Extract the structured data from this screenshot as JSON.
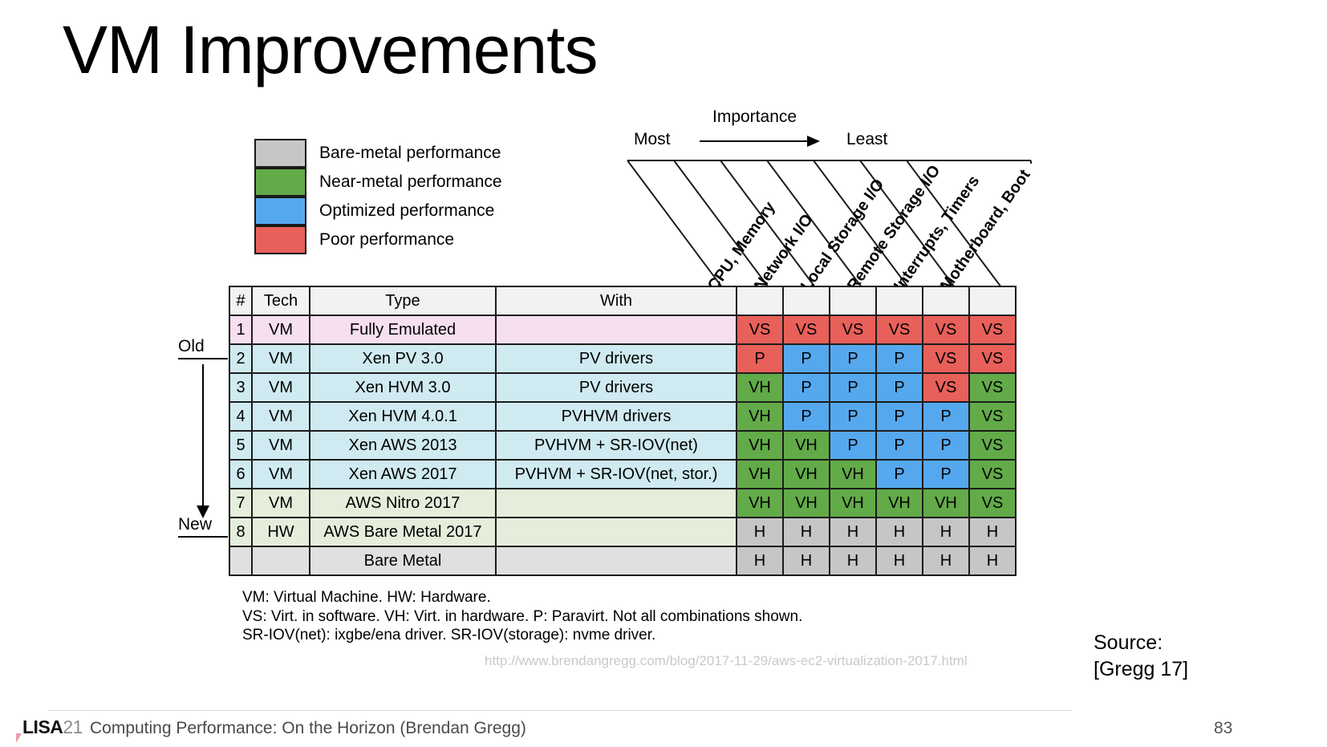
{
  "slide": {
    "title": "VM Improvements",
    "page_number": "83"
  },
  "legend": {
    "items": [
      {
        "color": "#c6c6c6",
        "label": "Bare-metal performance",
        "name": "bare-metal"
      },
      {
        "color": "#62ab48",
        "label": "Near-metal performance",
        "name": "near-metal"
      },
      {
        "color": "#56a8ee",
        "label": "Optimized performance",
        "name": "optimized"
      },
      {
        "color": "#e8605a",
        "label": "Poor performance",
        "name": "poor"
      }
    ]
  },
  "importance": {
    "title": "Importance",
    "most": "Most",
    "least": "Least"
  },
  "matrix_columns": [
    "CPU, Memory",
    "Network I/O",
    "Local Storage I/O",
    "Remote Storage I/O",
    "Interrupts, Timers",
    "Motherboard, Boot"
  ],
  "table": {
    "headers": [
      "#",
      "Tech",
      "Type",
      "With"
    ],
    "rows": [
      {
        "num": "1",
        "tech": "VM",
        "type": "Fully Emulated",
        "with": "",
        "rowstyle": "r-pink",
        "cells": [
          {
            "v": "VS",
            "c": "c-red"
          },
          {
            "v": "VS",
            "c": "c-red"
          },
          {
            "v": "VS",
            "c": "c-red"
          },
          {
            "v": "VS",
            "c": "c-red"
          },
          {
            "v": "VS",
            "c": "c-red"
          },
          {
            "v": "VS",
            "c": "c-red"
          }
        ]
      },
      {
        "num": "2",
        "tech": "VM",
        "type": "Xen PV 3.0",
        "with": "PV drivers",
        "rowstyle": "r-cyan",
        "cells": [
          {
            "v": "P",
            "c": "c-red"
          },
          {
            "v": "P",
            "c": "c-blue"
          },
          {
            "v": "P",
            "c": "c-blue"
          },
          {
            "v": "P",
            "c": "c-blue"
          },
          {
            "v": "VS",
            "c": "c-red"
          },
          {
            "v": "VS",
            "c": "c-red"
          }
        ]
      },
      {
        "num": "3",
        "tech": "VM",
        "type": "Xen HVM 3.0",
        "with": "PV drivers",
        "rowstyle": "r-cyan",
        "cells": [
          {
            "v": "VH",
            "c": "c-green"
          },
          {
            "v": "P",
            "c": "c-blue"
          },
          {
            "v": "P",
            "c": "c-blue"
          },
          {
            "v": "P",
            "c": "c-blue"
          },
          {
            "v": "VS",
            "c": "c-red"
          },
          {
            "v": "VS",
            "c": "c-green"
          }
        ]
      },
      {
        "num": "4",
        "tech": "VM",
        "type": "Xen HVM 4.0.1",
        "with": "PVHVM drivers",
        "rowstyle": "r-cyan",
        "cells": [
          {
            "v": "VH",
            "c": "c-green"
          },
          {
            "v": "P",
            "c": "c-blue"
          },
          {
            "v": "P",
            "c": "c-blue"
          },
          {
            "v": "P",
            "c": "c-blue"
          },
          {
            "v": "P",
            "c": "c-blue"
          },
          {
            "v": "VS",
            "c": "c-green"
          }
        ]
      },
      {
        "num": "5",
        "tech": "VM",
        "type": "Xen AWS 2013",
        "with": "PVHVM + SR-IOV(net)",
        "rowstyle": "r-cyan",
        "cells": [
          {
            "v": "VH",
            "c": "c-green"
          },
          {
            "v": "VH",
            "c": "c-green"
          },
          {
            "v": "P",
            "c": "c-blue"
          },
          {
            "v": "P",
            "c": "c-blue"
          },
          {
            "v": "P",
            "c": "c-blue"
          },
          {
            "v": "VS",
            "c": "c-green"
          }
        ]
      },
      {
        "num": "6",
        "tech": "VM",
        "type": "Xen AWS 2017",
        "with": "PVHVM + SR-IOV(net, stor.)",
        "rowstyle": "r-cyan",
        "cells": [
          {
            "v": "VH",
            "c": "c-green"
          },
          {
            "v": "VH",
            "c": "c-green"
          },
          {
            "v": "VH",
            "c": "c-green"
          },
          {
            "v": "P",
            "c": "c-blue"
          },
          {
            "v": "P",
            "c": "c-blue"
          },
          {
            "v": "VS",
            "c": "c-green"
          }
        ]
      },
      {
        "num": "7",
        "tech": "VM",
        "type": "AWS Nitro 2017",
        "with": "",
        "rowstyle": "r-green",
        "cells": [
          {
            "v": "VH",
            "c": "c-green"
          },
          {
            "v": "VH",
            "c": "c-green"
          },
          {
            "v": "VH",
            "c": "c-green"
          },
          {
            "v": "VH",
            "c": "c-green"
          },
          {
            "v": "VH",
            "c": "c-green"
          },
          {
            "v": "VS",
            "c": "c-green"
          }
        ]
      },
      {
        "num": "8",
        "tech": "HW",
        "type": "AWS Bare Metal 2017",
        "with": "",
        "rowstyle": "r-green",
        "cells": [
          {
            "v": "H",
            "c": "c-grey"
          },
          {
            "v": "H",
            "c": "c-grey"
          },
          {
            "v": "H",
            "c": "c-grey"
          },
          {
            "v": "H",
            "c": "c-grey"
          },
          {
            "v": "H",
            "c": "c-grey"
          },
          {
            "v": "H",
            "c": "c-grey"
          }
        ]
      },
      {
        "num": "",
        "tech": "",
        "type": "Bare Metal",
        "with": "",
        "rowstyle": "r-grey",
        "cells": [
          {
            "v": "H",
            "c": "c-grey"
          },
          {
            "v": "H",
            "c": "c-grey"
          },
          {
            "v": "H",
            "c": "c-grey"
          },
          {
            "v": "H",
            "c": "c-grey"
          },
          {
            "v": "H",
            "c": "c-grey"
          },
          {
            "v": "H",
            "c": "c-grey"
          }
        ]
      }
    ]
  },
  "timeline": {
    "old": "Old",
    "new": "New"
  },
  "footnotes": [
    "VM: Virtual Machine. HW: Hardware.",
    "VS: Virt. in software. VH: Virt. in hardware. P: Paravirt. Not all combinations shown.",
    "SR-IOV(net): ixgbe/ena driver. SR-IOV(storage): nvme driver."
  ],
  "source_url": "http://www.brendangregg.com/blog/2017-11-29/aws-ec2-virtualization-2017.html",
  "source_ref": {
    "line1": "Source:",
    "line2": "[Gregg 17]"
  },
  "footer": {
    "logo_main": "LISA",
    "logo_year": "21",
    "title": "Computing Performance: On the Horizon (Brendan Gregg)"
  }
}
